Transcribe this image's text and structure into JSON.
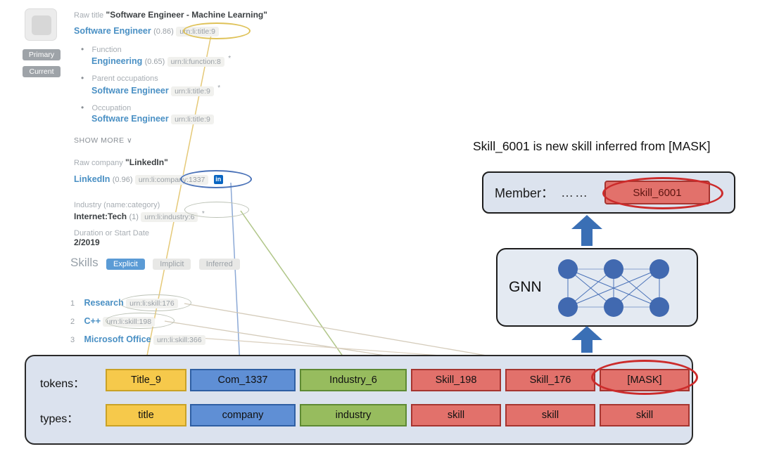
{
  "profile": {
    "badges": [
      "Primary",
      "Current"
    ],
    "raw_title_label": "Raw title",
    "raw_title_value": "\"Software Engineer - Machine Learning\"",
    "title": {
      "name": "Software Engineer",
      "score": "(0.86)",
      "urn": "urn:li:title:9"
    },
    "function_label": "Function",
    "function": {
      "name": "Engineering",
      "score": "(0.65)",
      "urn": "urn:li:function:8"
    },
    "parent_label": "Parent occupations",
    "parent": {
      "name": "Software Engineer",
      "urn": "urn:li:title:9"
    },
    "occupation_label": "Occupation",
    "occupation": {
      "name": "Software Engineer",
      "urn": "urn:li:title:9"
    },
    "ast": "*",
    "show_more": "SHOW MORE",
    "show_more_chevron": "∨",
    "raw_company_label": "Raw company",
    "raw_company_value": "\"LinkedIn\"",
    "company": {
      "name": "LinkedIn",
      "score": "(0.96)",
      "urn": "urn:li:company:1337",
      "icon_text": "in"
    },
    "industry_label": "Industry (name:category)",
    "industry": {
      "name": "Internet:Tech",
      "score": "(1)",
      "urn": "urn:li:industry:6"
    },
    "duration_label": "Duration or Start Date",
    "duration_value": "2/2019",
    "skills_header": "Skills",
    "skills_tabs": [
      {
        "label": "Explicit",
        "active": true
      },
      {
        "label": "Implicit",
        "active": false
      },
      {
        "label": "Inferred",
        "active": false
      }
    ],
    "skills": [
      {
        "num": "1",
        "name": "Research",
        "urn": "urn:li:skill:176"
      },
      {
        "num": "2",
        "name": "C++",
        "urn": "urn:li:skill:198"
      },
      {
        "num": "3",
        "name": "Microsoft Office",
        "urn": "urn:li:skill:366"
      }
    ]
  },
  "inference": {
    "caption": "Skill_6001 is new skill inferred from [MASK]",
    "member_label": "Member：",
    "member_dots": "……",
    "new_skill": "Skill_6001",
    "gnn_label": "GNN"
  },
  "sequence": {
    "tokens_label": "tokens：",
    "types_label": "types：",
    "tokens": [
      {
        "text": "Title_9",
        "type": "title"
      },
      {
        "text": "Com_1337",
        "type": "company"
      },
      {
        "text": "Industry_6",
        "type": "industry"
      },
      {
        "text": "Skill_198",
        "type": "skill"
      },
      {
        "text": "Skill_176",
        "type": "skill"
      },
      {
        "text": "[MASK]",
        "type": "skill"
      }
    ]
  },
  "colors": {
    "title_token": "#F6C94B",
    "company_token": "#5F8FD5",
    "industry_token": "#97BC5E",
    "skill_token": "#E2716B",
    "arrow": "#3A6FB5",
    "highlight_ellipse": "#CC2B2B",
    "panel_bg": "#DCE3EE"
  }
}
